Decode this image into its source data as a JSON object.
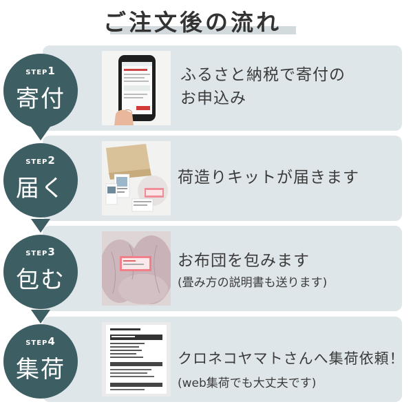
{
  "title": "ご注文後の流れ",
  "steps": [
    {
      "step": "STEP",
      "num": "1",
      "kanji": "寄付",
      "lines": [
        "ふるさと納税で寄付の",
        "お申込み"
      ],
      "photo": "phone-hand-image"
    },
    {
      "step": "STEP",
      "num": "2",
      "kanji": "届く",
      "lines": [
        "荷造りキットが届きます"
      ],
      "photo": "kit-box-image"
    },
    {
      "step": "STEP",
      "num": "3",
      "kanji": "包む",
      "lines": [
        "お布団を包みます",
        "(畳み方の説明書も送ります)"
      ],
      "photo": "wrapped-futon-image"
    },
    {
      "step": "STEP",
      "num": "4",
      "kanji": "集荷",
      "lines": [
        "クロネコヤマトさんへ集荷依頼！",
        "(web集荷でも大丈夫です)"
      ],
      "photo": "collection-form-image"
    }
  ],
  "colors": {
    "circle": "#3d5e63",
    "card": "#dfe6e9",
    "title_underline": "#d3dadd"
  }
}
